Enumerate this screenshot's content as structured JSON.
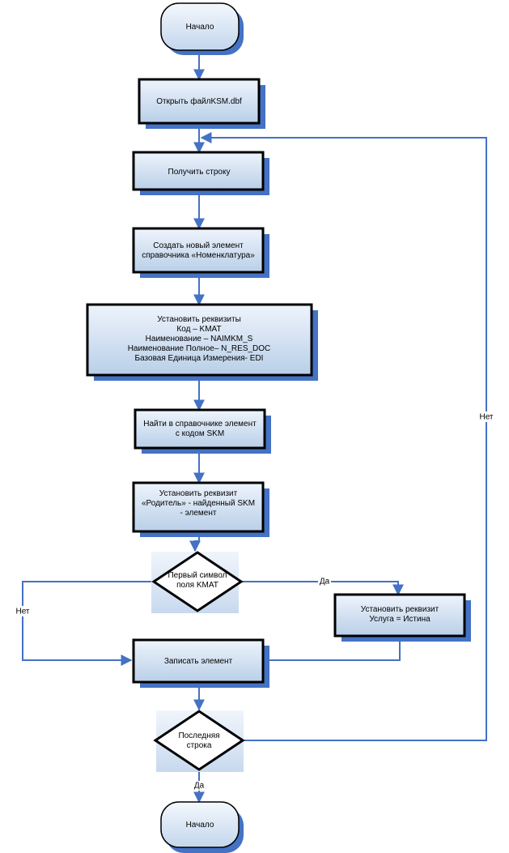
{
  "colors": {
    "accent": "#4472c4",
    "box_border": "#000000",
    "fill_light": "#eaf2fb",
    "fill_mid": "#bed3ea"
  },
  "nodes": {
    "start": {
      "lines": [
        "Начало"
      ]
    },
    "open_file": {
      "lines": [
        "Открыть файлKSM.dbf"
      ]
    },
    "get_row": {
      "lines": [
        "Получить строку"
      ]
    },
    "create_element": {
      "lines": [
        "Создать новый элемент",
        "справочника «Номенклатура»"
      ]
    },
    "set_attributes": {
      "lines": [
        "Установить реквизиты",
        "Код – KMAT",
        "Наименование – NAIMKM_S",
        "Наименование Полное– N_RES_DOC",
        "Базовая Единица Измерения- EDI"
      ]
    },
    "find_element": {
      "lines": [
        "Найти в справочнике элемент",
        "с кодом SKM"
      ]
    },
    "set_parent": {
      "lines": [
        "Установить реквизит",
        "«Родитель» - найденный SKM",
        "- элемент"
      ]
    },
    "decision_first_char": {
      "lines": [
        "Первый символ",
        "поля KMAT"
      ]
    },
    "set_service": {
      "lines": [
        "Установить реквизит",
        "Услуга = Истина"
      ]
    },
    "write_element": {
      "lines": [
        "Записать элемент"
      ]
    },
    "decision_last_row": {
      "lines": [
        "Последняя",
        "строка"
      ]
    },
    "end": {
      "lines": [
        "Начало"
      ]
    }
  },
  "edges": {
    "yes_first_char": "Да",
    "no_first_char": "Нет",
    "yes_last_row": "Да",
    "no_last_row": "Нет"
  }
}
